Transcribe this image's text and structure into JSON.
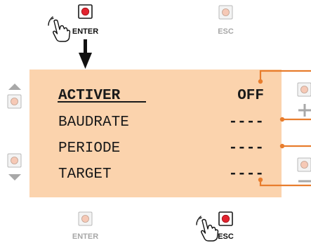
{
  "display": {
    "background_color": "#fbd3ad",
    "rows": [
      {
        "label": "ACTIVER",
        "value": "OFF",
        "selected": true
      },
      {
        "label": "BAUDRATE",
        "value": "----",
        "selected": false
      },
      {
        "label": "PERIODE",
        "value": "----",
        "selected": false
      },
      {
        "label": "TARGET",
        "value": "----",
        "selected": false
      }
    ]
  },
  "buttons": {
    "top_enter": {
      "label": "ENTER",
      "pressed": true
    },
    "top_esc": {
      "label": "ESC",
      "pressed": false
    },
    "bottom_enter": {
      "label": "ENTER",
      "pressed": false
    },
    "bottom_esc": {
      "label": "ESC",
      "pressed": true
    },
    "left_up": {
      "icon": "triangle-up-icon"
    },
    "left_down": {
      "icon": "triangle-down-icon"
    },
    "right_plus": {
      "symbol": "+"
    },
    "right_minus": {
      "symbol": "−"
    }
  },
  "colors": {
    "accent_orange": "#e87d2d",
    "pressed_red": "#e2232f",
    "idle_dot": "#f6c9b6",
    "gray_label": "#a7a7a7"
  }
}
